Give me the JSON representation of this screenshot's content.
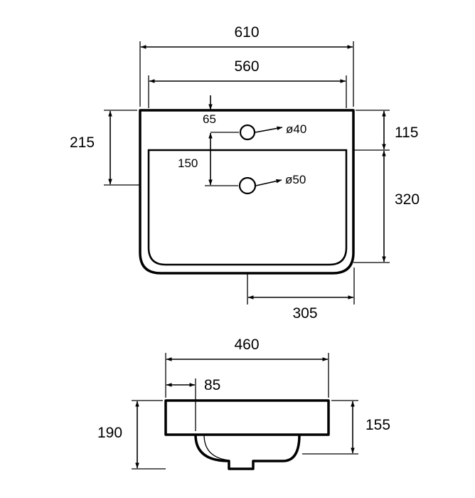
{
  "top_view": {
    "width_overall": "610",
    "width_inner": "560",
    "depth_left": "215",
    "depth_back": "115",
    "depth_front": "320",
    "tap_offset": "65",
    "waste_offset": "150",
    "tap_hole": "ø40",
    "waste_hole": "ø50",
    "waste_to_edge": "305"
  },
  "side_view": {
    "width": "460",
    "lip": "85",
    "height_total": "190",
    "height_body": "155"
  }
}
